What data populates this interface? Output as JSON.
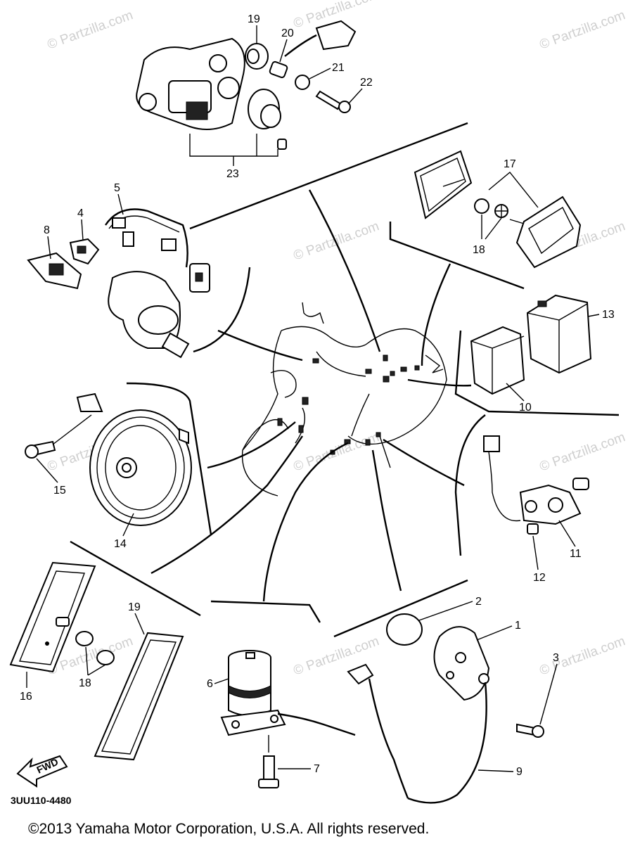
{
  "diagram_code": "3UU110-4480",
  "copyright": "©2013  Yamaha Motor Corporation, U.S.A. All rights reserved.",
  "watermark": "© Partzilla.com",
  "fwd_label": "FWD",
  "callouts": {
    "c1": "1",
    "c2": "2",
    "c3": "3",
    "c4": "4",
    "c5": "5",
    "c6": "6",
    "c7": "7",
    "c8": "8",
    "c9": "9",
    "c10": "10",
    "c11": "11",
    "c12": "12",
    "c13": "13",
    "c14": "14",
    "c15": "15",
    "c16": "16",
    "c18a": "18",
    "c18b": "18",
    "c19": "19",
    "c19b": "19",
    "c20": "20",
    "c21": "21",
    "c22": "22",
    "c23": "23",
    "c17": "17"
  }
}
